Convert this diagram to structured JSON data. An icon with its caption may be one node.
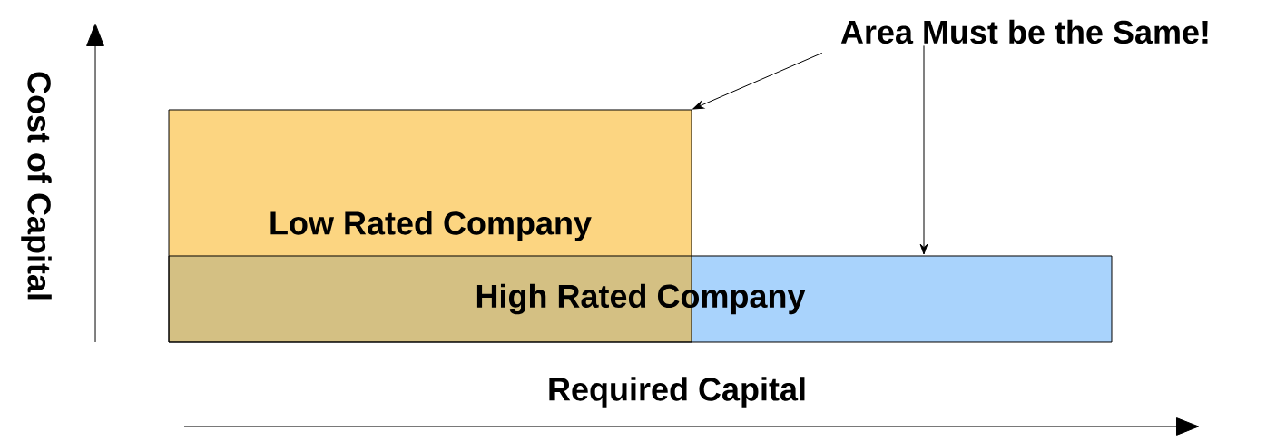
{
  "diagram": {
    "nodes": [
      {
        "text": [
          "Low Rated Company"
        ]
      },
      {
        "text": [
          "High Rated Company"
        ]
      },
      {
        "text": [
          "Area Must be the Same!"
        ]
      }
    ],
    "edges": [
      {
        "from": 2,
        "to": 0,
        "arrow": "to"
      },
      {
        "from": 2,
        "to": 1,
        "arrow": "to"
      }
    ],
    "labels": [
      "Cost of Capital",
      "Required Capital"
    ]
  }
}
